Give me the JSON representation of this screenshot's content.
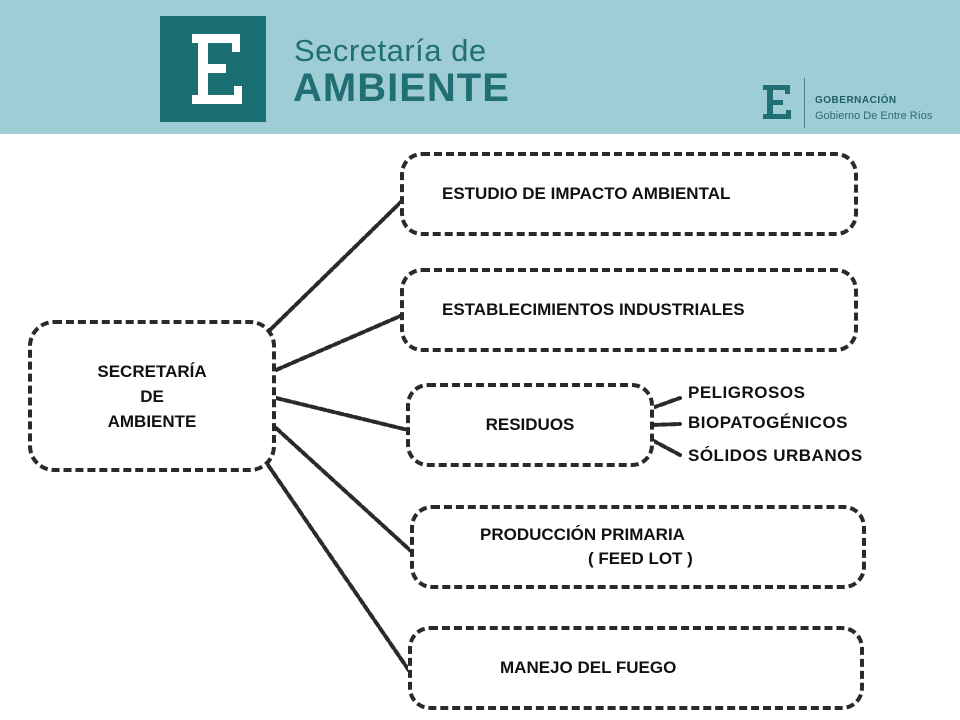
{
  "header": {
    "logo_letter": "E",
    "brand_line1": "Secretaría de",
    "brand_line2": "AMBIENTE",
    "gov_title": "GOBERNACIÓN",
    "gov_subtitle": "Gobierno De Entre Ríos"
  },
  "diagram": {
    "root": {
      "line1": "SECRETARÍA",
      "line2": "DE",
      "line3": "AMBIENTE"
    },
    "branches": [
      {
        "label": "ESTUDIO DE IMPACTO AMBIENTAL"
      },
      {
        "label": "ESTABLECIMIENTOS INDUSTRIALES"
      },
      {
        "label": "RESIDUOS",
        "children": [
          "PELIGROSOS",
          "BIOPATOGÉNICOS",
          "SÓLIDOS URBANOS"
        ]
      },
      {
        "label": "PRODUCCIÓN PRIMARIA",
        "label2": "( FEED LOT )"
      },
      {
        "label": "MANEJO DEL FUEGO"
      }
    ]
  },
  "colors": {
    "header_bg": "#9fcdd6",
    "brand": "#1a6f73",
    "border": "#2a2a2a"
  }
}
